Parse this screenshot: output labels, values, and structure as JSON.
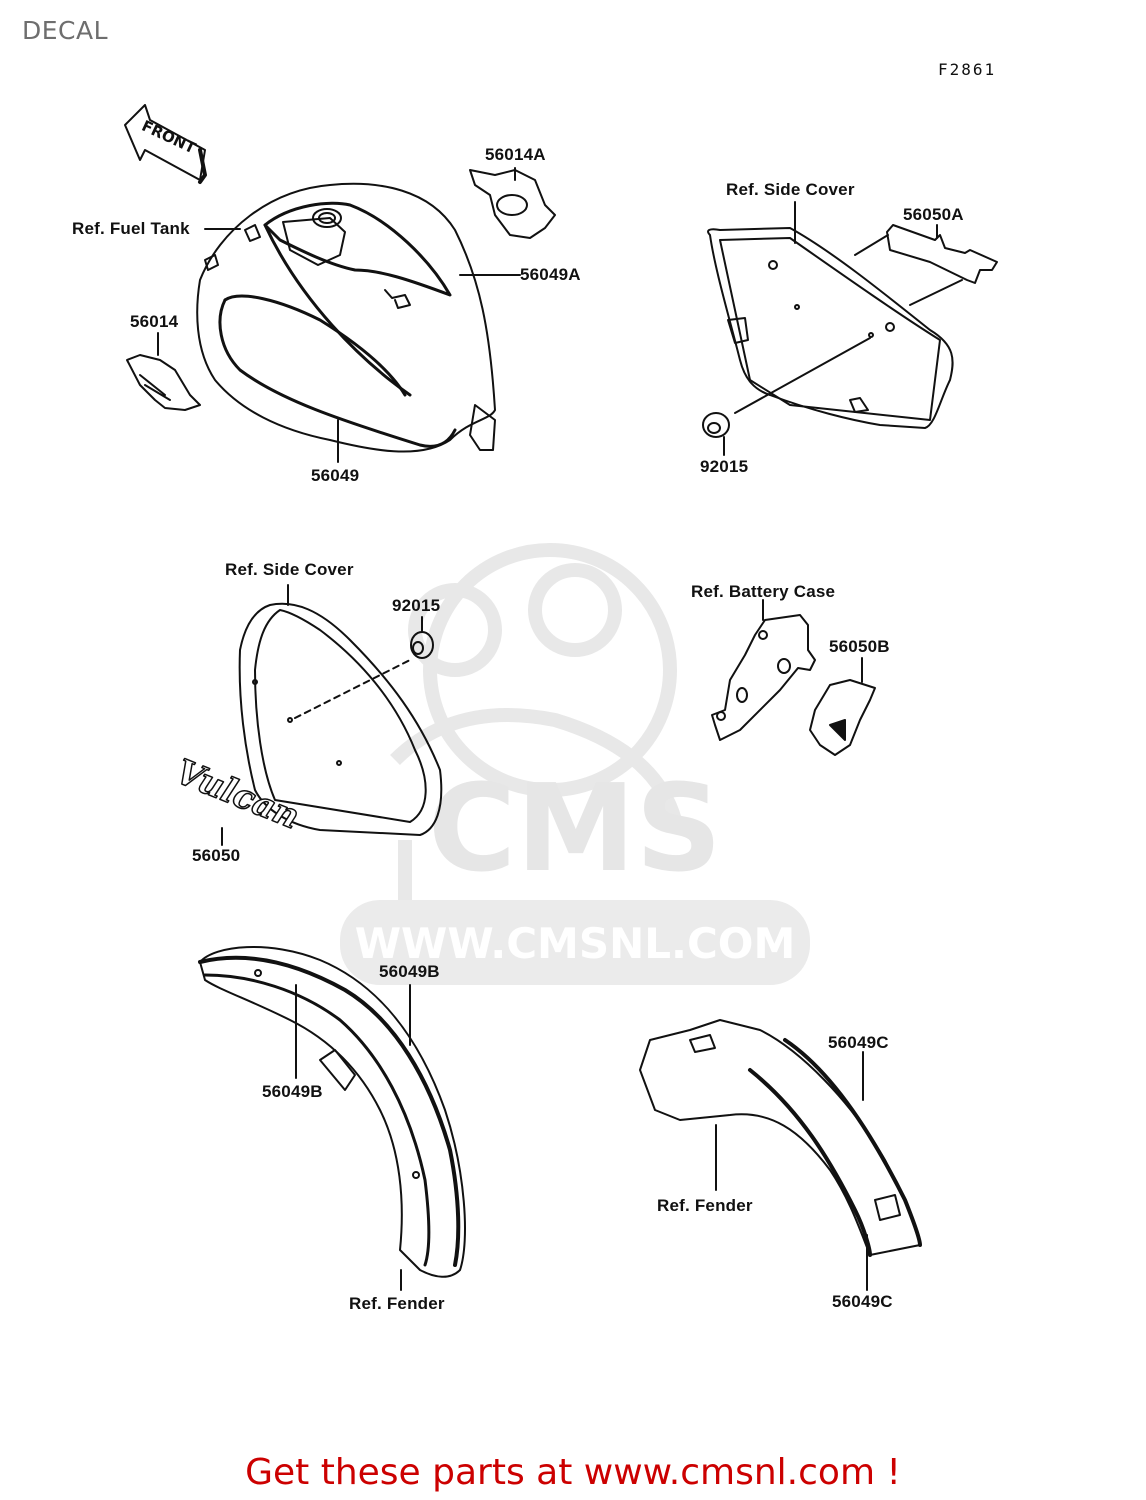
{
  "header": {
    "title": "DECAL",
    "figure_code": "F2861"
  },
  "diagram": {
    "direction_marker": "FRONT",
    "callouts": [
      {
        "id": "ref-fuel-tank",
        "text": "Ref. Fuel Tank"
      },
      {
        "id": "56014A",
        "text": "56014A"
      },
      {
        "id": "56049A",
        "text": "56049A"
      },
      {
        "id": "56014",
        "text": "56014"
      },
      {
        "id": "56049",
        "text": "56049"
      },
      {
        "id": "ref-side-cover-right",
        "text": "Ref. Side Cover"
      },
      {
        "id": "56050A",
        "text": "56050A"
      },
      {
        "id": "92015-right",
        "text": "92015"
      },
      {
        "id": "ref-side-cover-left",
        "text": "Ref. Side Cover"
      },
      {
        "id": "92015-left",
        "text": "92015"
      },
      {
        "id": "56050",
        "text": "56050"
      },
      {
        "id": "ref-battery-case",
        "text": "Ref. Battery Case"
      },
      {
        "id": "56050B",
        "text": "56050B"
      },
      {
        "id": "56049B-top",
        "text": "56049B"
      },
      {
        "id": "56049B-inner",
        "text": "56049B"
      },
      {
        "id": "ref-fender-front",
        "text": "Ref. Fender"
      },
      {
        "id": "56049C-top",
        "text": "56049C"
      },
      {
        "id": "ref-fender-rear",
        "text": "Ref. Fender"
      },
      {
        "id": "56049C-bottom",
        "text": "56049C"
      }
    ],
    "emblem_text": "Vulcan"
  },
  "watermark": {
    "brand": "CMS",
    "url": "WWW.CMSNL.COM"
  },
  "footer": {
    "cta": "Get these parts at www.cmsnl.com !"
  },
  "colors": {
    "footer_red": "#cc0000",
    "title_gray": "#6e6e6e",
    "watermark_gray": "#e6e6e6"
  }
}
